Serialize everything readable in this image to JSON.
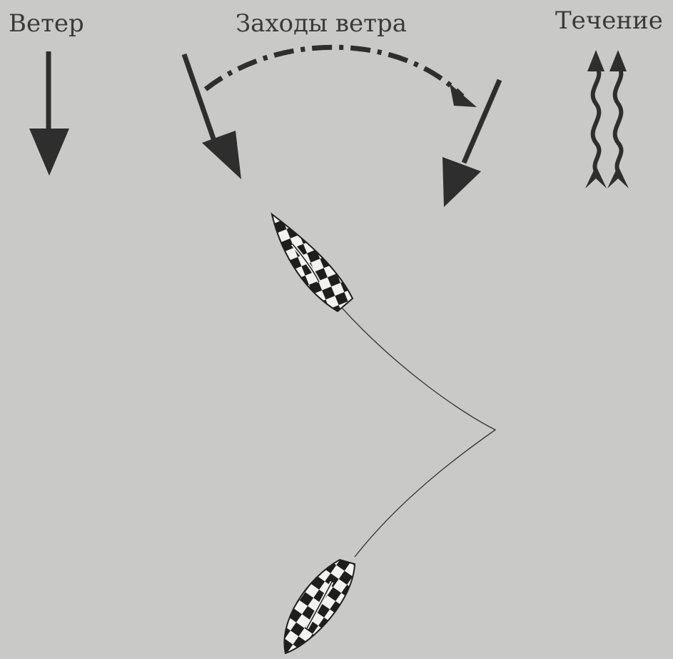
{
  "labels": {
    "wind": "Ветер",
    "wind_shifts": "Заходы ветра",
    "current": "Течение"
  },
  "colors": {
    "background": "#c9c9c7",
    "ink": "#2e2e2e",
    "label": "#3a3a3a"
  },
  "icons": [
    "wind-arrow-icon",
    "wind-shift-arrow-icon",
    "current-arrow-icon",
    "boat-icon"
  ]
}
